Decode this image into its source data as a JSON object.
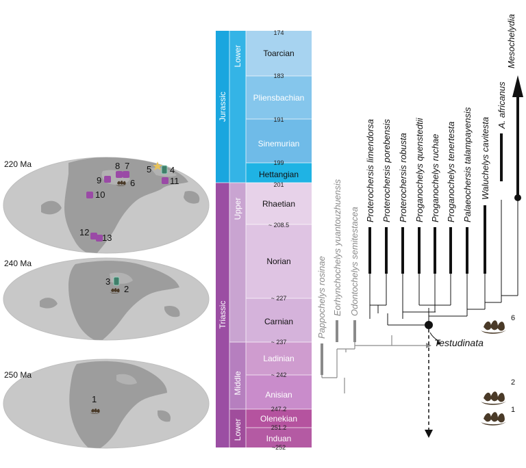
{
  "maps": [
    {
      "label": "220 Ma"
    },
    {
      "label": "240 Ma"
    },
    {
      "label": "250 Ma"
    }
  ],
  "localities": [
    "1",
    "2",
    "3",
    "4",
    "5",
    "6",
    "7",
    "8",
    "9",
    "10",
    "11",
    "12",
    "13"
  ],
  "timescale": {
    "periods": [
      "Jurassic",
      "Triassic"
    ],
    "epochs": [
      "Lower",
      "Upper",
      "Middle",
      "Lower"
    ],
    "stages": [
      "Toarcian",
      "Pliensbachian",
      "Sinemurian",
      "Hettangian",
      "Rhaetian",
      "Norian",
      "Carnian",
      "Ladinian",
      "Anisian",
      "Olenekian",
      "Induan"
    ],
    "ages": [
      "174",
      "183",
      "191",
      "199",
      "201",
      "~ 208.5",
      "~ 227",
      "~ 237",
      "~ 242",
      "247.2",
      "251.2",
      "~252"
    ]
  },
  "tree": {
    "taxa": [
      "Pappochelys rosinae",
      "Eorhynchochelys yuantouzhuensis",
      "Odontochelys semitestacea",
      "Proterochersis limendorsa",
      "Proterochersis porebensis",
      "Proterochersis robusta",
      "Proganochelys quenstedtii",
      "Proganochelys ruchae",
      "Proganochelys tenertesta",
      "Palaeochersis talampayensis",
      "Waluchelys cavitesta",
      "A. africanus",
      "Mesochelydia"
    ],
    "node_label": "Testudinata",
    "trace_labels": [
      "6",
      "2",
      "1"
    ]
  },
  "colors": {
    "jurassic_period": "#1aa6df",
    "jurassic_epoch": "#34b4e6",
    "toarcian": "#a7d3f0",
    "pliensbachian": "#85c6ec",
    "sinemurian": "#6fbbe8",
    "hettangian": "#1fb3e4",
    "triassic_period": "#9b4ea3",
    "triassic_upper": "#c9a4d1",
    "triassic_middle": "#b67fbf",
    "triassic_lower": "#a04d9c",
    "rhaetian": "#e7d2e9",
    "norian": "#dfc4e3",
    "carnian": "#d5b3db",
    "ladinian": "#cf9ccf",
    "anisian": "#c98ccb",
    "olenekian": "#b5539f",
    "induan": "#b45aa3",
    "tree_black": "#111111",
    "tree_grey": "#8a8a8a",
    "locality_purple": "#9a4aa6",
    "map_ocean": "#c8c8c8",
    "map_land": "#9d9d9d",
    "trace_brown": "#4a3a28"
  }
}
